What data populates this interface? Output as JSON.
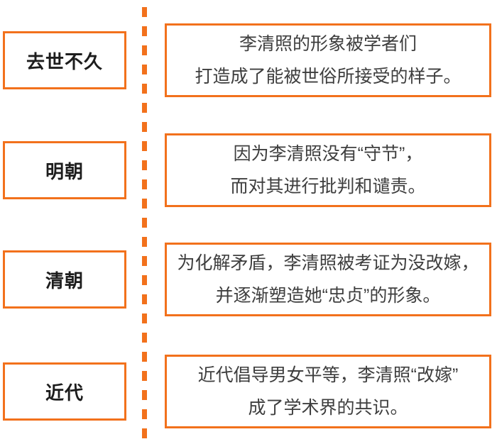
{
  "colors": {
    "accent": "#F2711C",
    "era_text": "#1D1D1D",
    "desc_text": "#3E3E3E",
    "background": "#FFFFFF"
  },
  "divider": {
    "style": "vertical-dashed"
  },
  "rows": [
    {
      "era": "去世不久",
      "line1": "李清照的形象被学者们",
      "line2": "打造成了能被世俗所接受的样子。"
    },
    {
      "era": "明朝",
      "line1": "因为李清照没有“守节”，",
      "line2": "而对其进行批判和谴责。"
    },
    {
      "era": "清朝",
      "line1": "为化解矛盾，李清照被考证为没改嫁，",
      "line2": "并逐渐塑造她“忠贞”的形象。"
    },
    {
      "era": "近代",
      "line1": "近代倡导男女平等，李清照“改嫁”",
      "line2": "成了学术界的共识。"
    }
  ]
}
